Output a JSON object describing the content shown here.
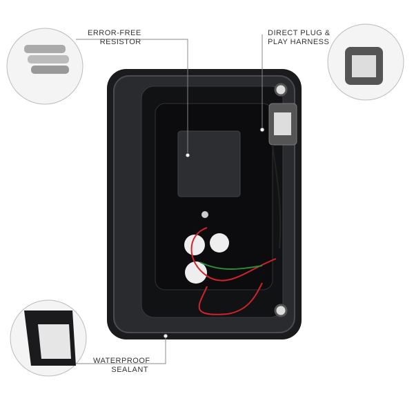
{
  "callouts": {
    "resistor": {
      "line1": "ERROR-FREE",
      "line2": "RESISTOR"
    },
    "harness": {
      "line1": "DIRECT PLUG &",
      "line2": "PLAY HARNESS"
    },
    "sealant": {
      "line1": "WATERPROOF",
      "line2": "SEALANT"
    }
  },
  "colors": {
    "housing": "#1b1b1d",
    "wire_red": "#d2232a",
    "leader": "#888888"
  }
}
